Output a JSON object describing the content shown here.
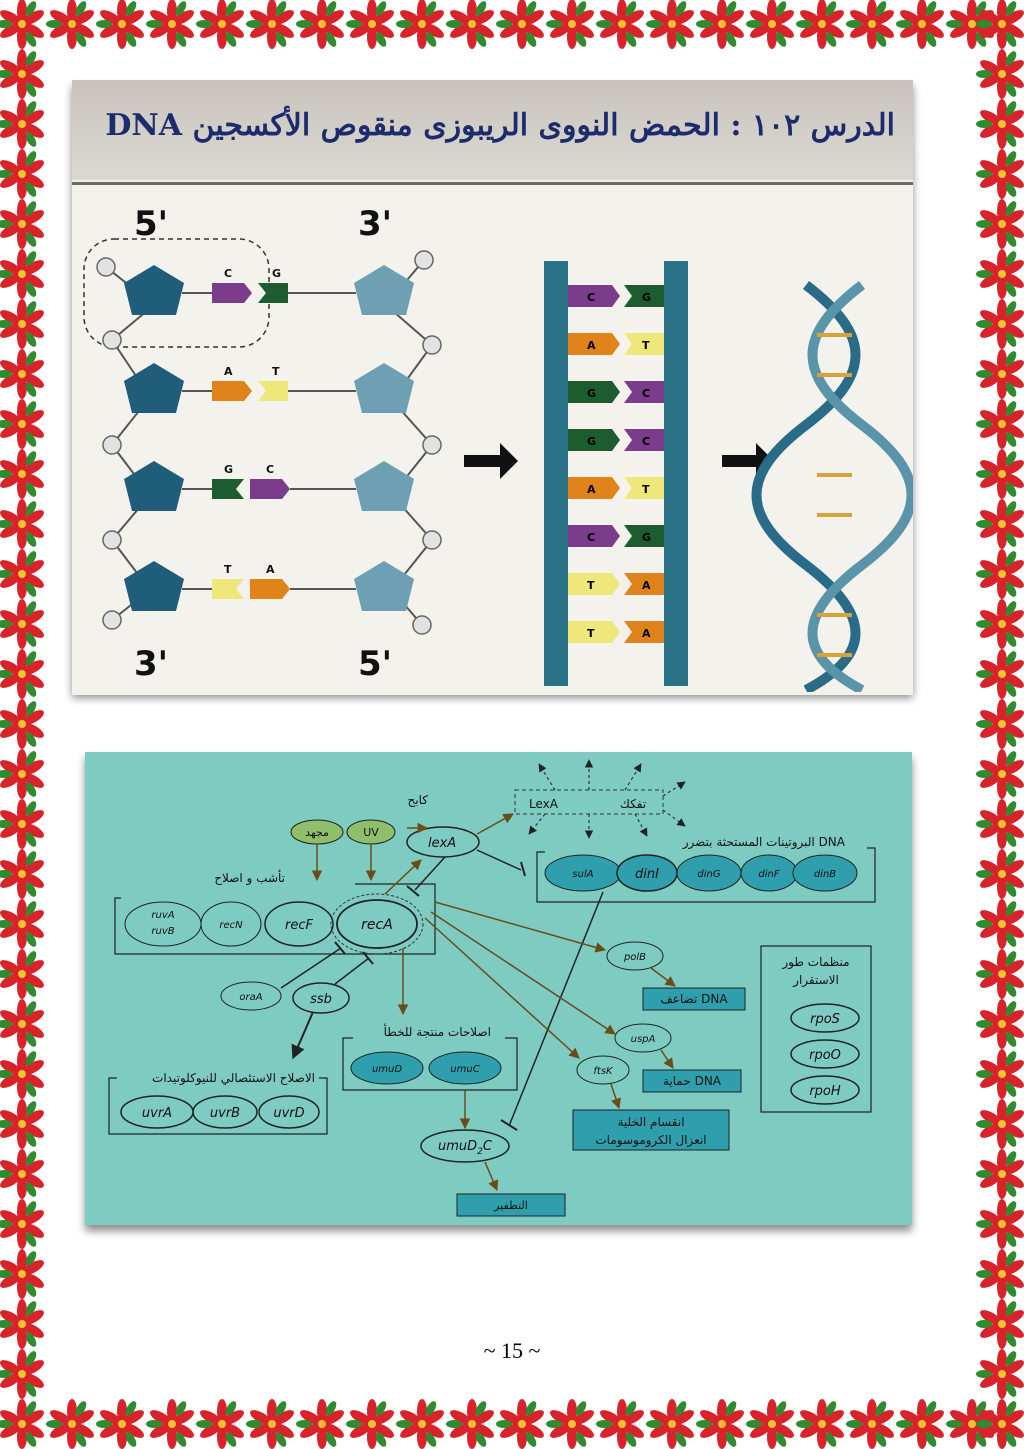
{
  "page_number": "~ 15 ~",
  "colors": {
    "frame_red": "#d8232a",
    "frame_green": "#2e8b2e",
    "frame_yellow": "#f2c230",
    "diagram_bg": "#7ecbc1",
    "dna_blue": "#2a6b88"
  },
  "figure1": {
    "title": "الدرس ١٠٢ : الحمض النووى الريبوزى منقوص الأكسجين DNA",
    "strand_labels": {
      "top_left": "5'",
      "top_right": "3'",
      "bottom_left": "3'",
      "bottom_right": "5'"
    },
    "base_pairs": [
      {
        "left": "C",
        "right": "G"
      },
      {
        "left": "A",
        "right": "T"
      },
      {
        "left": "G",
        "right": "C"
      },
      {
        "left": "T",
        "right": "A"
      }
    ],
    "ladder_pairs": [
      {
        "left": "C",
        "right": "G"
      },
      {
        "left": "A",
        "right": "T"
      },
      {
        "left": "G",
        "right": "C"
      },
      {
        "left": "G",
        "right": "C"
      },
      {
        "left": "A",
        "right": "T"
      },
      {
        "left": "C",
        "right": "G"
      },
      {
        "left": "T",
        "right": "A"
      },
      {
        "left": "T",
        "right": "A"
      }
    ]
  },
  "figure2": {
    "lexa_box": {
      "lexa": "LexA",
      "cleave": "تفكك"
    },
    "kabeh": "كابح",
    "fexa": "lexA",
    "inducers": {
      "mutagen": "مجهد",
      "uv": "UV"
    },
    "adaptation_label": "تأشب و اصلاح",
    "recomb_genes": [
      "ruvA",
      "ruvB",
      "recN",
      "recF",
      "recA"
    ],
    "dna_damage_label": "البروتينات المستحثة بتضرر DNA",
    "din_genes": [
      "sulA",
      "dinI",
      "dinG",
      "dinF",
      "dinB"
    ],
    "oraA": "oraA",
    "ssb": "ssb",
    "errorprone_label": "اصلاحات منتجة للخطأ",
    "umu_genes": [
      "umuD",
      "umuC"
    ],
    "umud2c": "umuD",
    "umud2c_sub": "2",
    "umud2c_c": "C",
    "mutation": "التطفير",
    "excision_label": "الاصلاح الاستئصالي للنيوكلوتيدات",
    "uvr_genes": [
      "uvrA",
      "uvrB",
      "uvrD"
    ],
    "polB": "polB",
    "replication": "تضاعف DNA",
    "uspA": "uspA",
    "protection": "حماية DNA",
    "ftsK": "ftsK",
    "division": [
      "انقسام الخلية",
      "انعزال الكروموسومات"
    ],
    "phase_regulators_title": [
      "منظمات طور",
      "الاستقرار"
    ],
    "phase_genes": [
      "rpoS",
      "rpoO",
      "rpoH"
    ]
  }
}
